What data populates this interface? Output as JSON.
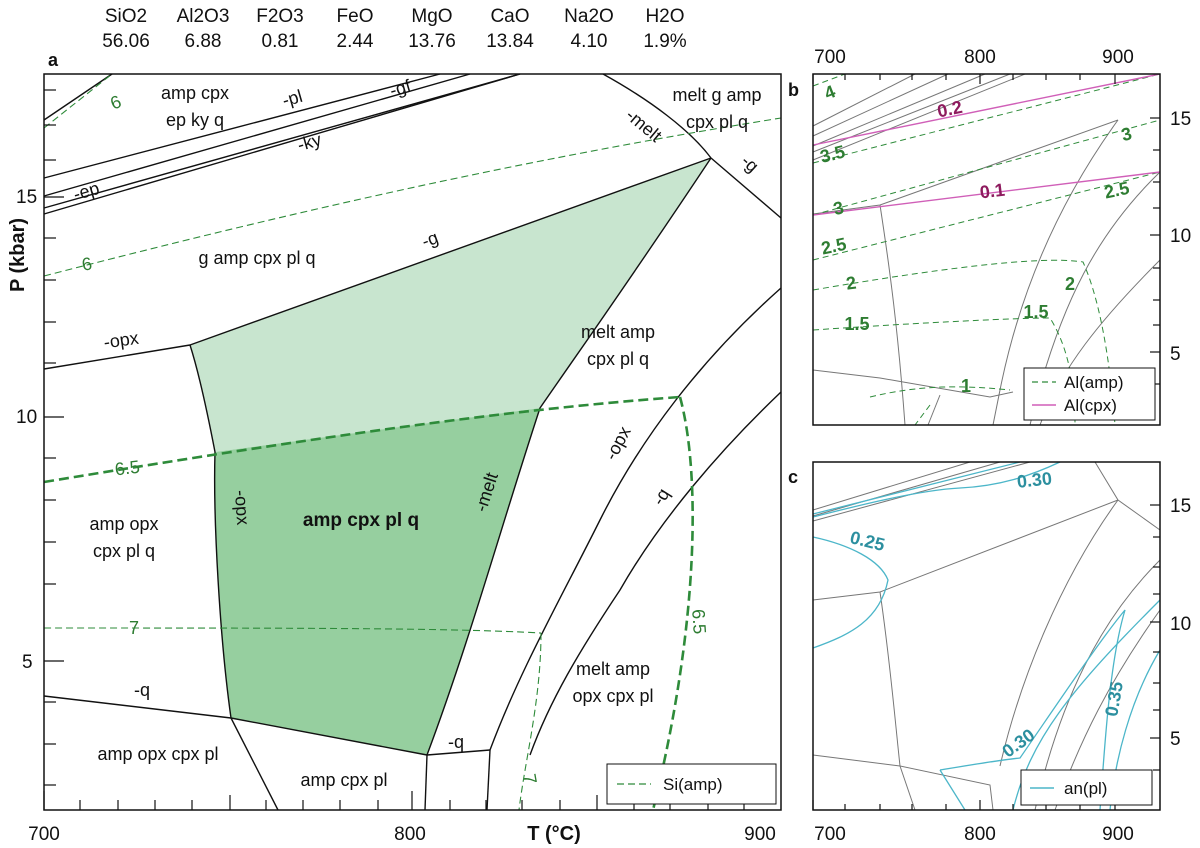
{
  "composition": {
    "oxides": [
      "SiO2",
      "Al2O3",
      "F2O3",
      "FeO",
      "MgO",
      "CaO",
      "Na2O",
      "H2O"
    ],
    "values": [
      "56.06",
      "6.88",
      "0.81",
      "2.44",
      "13.76",
      "13.84",
      "4.10",
      "1.9%"
    ]
  },
  "panel_a": {
    "letter": "a",
    "ylabel": "P (kbar)",
    "xlabel": "T (°C)",
    "x_ticks": [
      "700",
      "800",
      "900"
    ],
    "y_ticks": [
      "15",
      "10",
      "5"
    ],
    "fields": {
      "amp_cpx_ep_ky_q_1": "amp cpx",
      "amp_cpx_ep_ky_q_2": "ep ky q",
      "melt_g_amp_1": "melt g amp",
      "melt_g_amp_2": "cpx pl q",
      "g_amp_cpx_pl_q": "g amp cpx pl q",
      "melt_amp_cpx_1": "melt amp",
      "melt_amp_cpx_2": "cpx pl q",
      "amp_opx_cpx_pl_q_1": "amp opx",
      "amp_opx_cpx_pl_q_2": "cpx pl q",
      "amp_cpx_pl_q": "amp cpx pl q",
      "melt_amp_opx_1": "melt amp",
      "melt_amp_opx_2": "opx cpx pl",
      "amp_opx_cpx_pl": "amp opx cpx pl",
      "amp_cpx_pl": "amp cpx pl"
    },
    "curve_labels": {
      "pl": "-pl",
      "gf": "-gf",
      "ky": "-ky",
      "ep": "-ep",
      "melt_top": "-melt",
      "g_right": "-g",
      "g_mid": "-g",
      "opx_left": "-opx",
      "opx_vert": "-opx",
      "melt_mid": "-melt",
      "opx_right": "-opx",
      "q_right": "-q",
      "q_left": "-q",
      "q_bottom": "-q"
    },
    "isopleths": {
      "si_6_top": "6",
      "si_6_mid": "6",
      "si_65_left": "6.5",
      "si_65_right": "6.5",
      "si_7_mid": "7",
      "si_7_bottom": "7"
    },
    "legend": "Si(amp)"
  },
  "panel_b": {
    "letter": "b",
    "x_ticks": [
      "700",
      "800",
      "900"
    ],
    "y_ticks": [
      "15",
      "10",
      "5"
    ],
    "amp_labels": [
      "4",
      "3.5",
      "3",
      "3",
      "2.5",
      "2.5",
      "2",
      "2",
      "1.5",
      "1.5",
      "1"
    ],
    "cpx_labels": [
      "0.2",
      "0.1"
    ],
    "legend": [
      "Al(amp)",
      "Al(cpx)"
    ]
  },
  "panel_c": {
    "letter": "c",
    "x_ticks": [
      "700",
      "800",
      "900"
    ],
    "y_ticks": [
      "15",
      "10",
      "5"
    ],
    "an_labels": [
      "0.30",
      "0.25",
      "0.30",
      "0.35"
    ],
    "legend": "an(pl)"
  },
  "colors": {
    "field_light": "#c8e5cf",
    "field_dark": "#96cf9f",
    "isopleth_green": "#2e8b3a",
    "cpx_magenta": "#d05fb8",
    "an_cyan": "#4cb6c9"
  }
}
